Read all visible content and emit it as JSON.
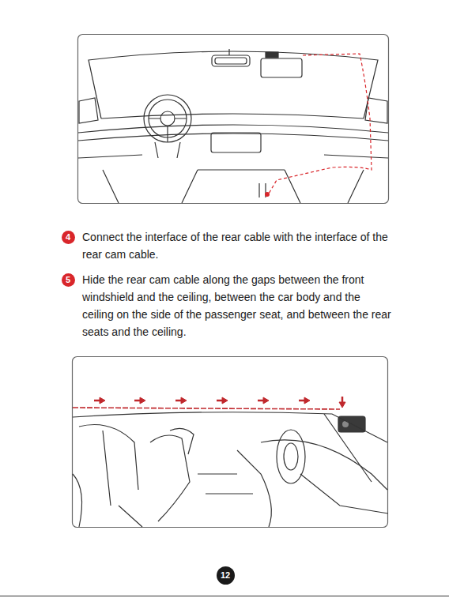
{
  "diagram": {
    "nodes": [
      {
        "text": [
          "4"
        ]
      },
      {
        "text": [
          "5"
        ]
      },
      {
        "text": [
          "12"
        ]
      }
    ],
    "labels": [
      "Connect the interface of the rear cable with the interface of the rear cam cable.",
      "Hide the rear cam cable along the gaps between the front windshield and the ceiling, between the car body and the ceiling on the side of the passenger seat, and between the rear seats and the ceiling."
    ]
  }
}
